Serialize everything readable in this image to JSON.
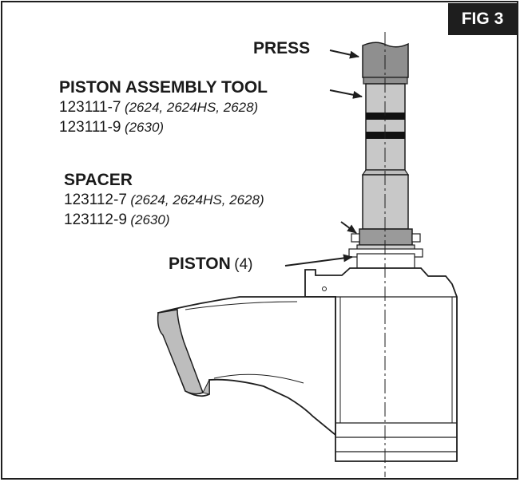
{
  "figure": {
    "badge": "FIG 3"
  },
  "labels": {
    "press": "PRESS",
    "tool": {
      "title": "PISTON ASSEMBLY TOOL",
      "parts": [
        {
          "number": "123111-7",
          "models": "(2624, 2624HS, 2628)"
        },
        {
          "number": "123111-9",
          "models": "(2630)"
        }
      ]
    },
    "spacer": {
      "title": "SPACER",
      "parts": [
        {
          "number": "123112-7",
          "models": "(2624, 2624HS, 2628)"
        },
        {
          "number": "123112-9",
          "models": "(2630)"
        }
      ]
    },
    "piston": {
      "title": "PISTON",
      "ref": "(4)"
    }
  },
  "colors": {
    "outline": "#1e1e1e",
    "fill_gray": "#bdbdbd",
    "fill_dark": "#8f8f8f",
    "band": "#111111"
  }
}
